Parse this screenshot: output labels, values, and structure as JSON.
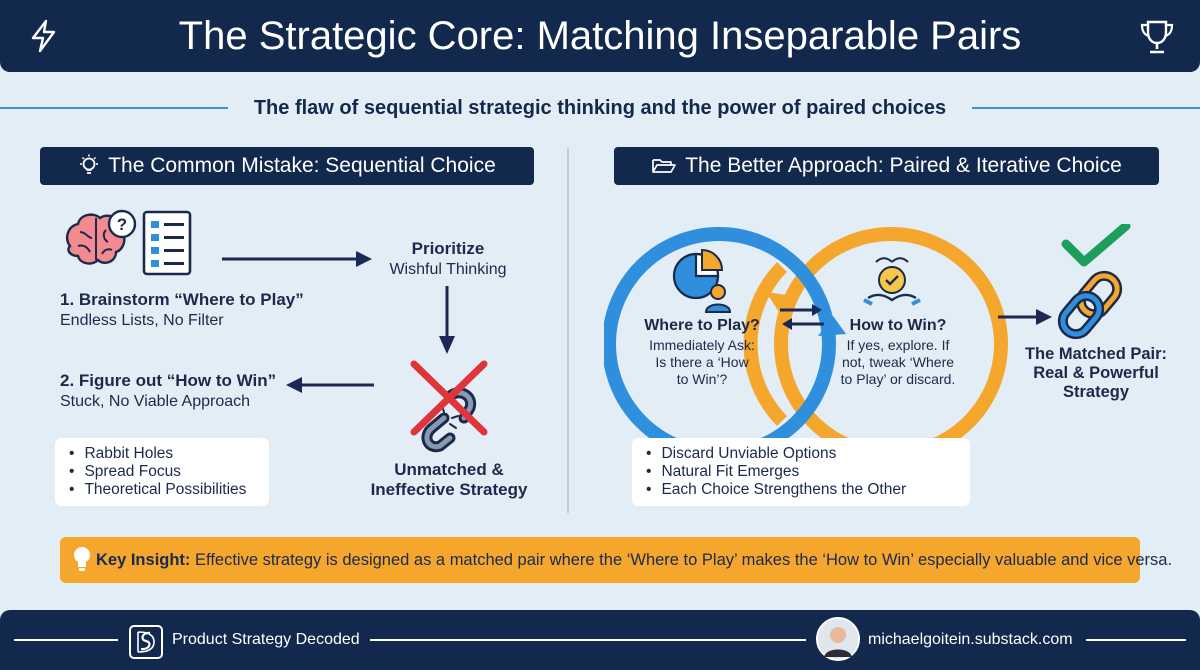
{
  "header": {
    "title": "The Strategic Core: Matching Inseparable Pairs",
    "left_icon": "lightning-icon",
    "right_icon": "trophy-icon"
  },
  "subtitle": "The flaw of sequential strategic thinking and the power of paired choices",
  "left_panel": {
    "title": "The Common Mistake: Sequential Choice",
    "title_icon": "lightbulb-icon",
    "step1": {
      "title": "1. Brainstorm “Where to Play”",
      "desc": "Endless Lists, No Filter"
    },
    "prioritize": {
      "title": "Prioritize",
      "desc": "Wishful Thinking"
    },
    "step2": {
      "title": "2. Figure out “How to Win”",
      "desc": "Stuck, No Viable Approach"
    },
    "bullets": [
      "Rabbit Holes",
      "Spread Focus",
      "Theoretical Possibilities"
    ],
    "unmatched": {
      "line1": "Unmatched &",
      "line2": "Ineffective Strategy"
    }
  },
  "right_panel": {
    "title": "The Better Approach: Paired & Iterative Choice",
    "title_icon": "open-folder-icon",
    "where": {
      "title": "Where to Play?",
      "line1": "Immediately Ask:",
      "line2": "Is there a ‘How",
      "line3": "to Win’?"
    },
    "how": {
      "title": "How to Win?",
      "line1": "If yes, explore. If",
      "line2": "not, tweak ‘Where",
      "line3": "to Play’ or discard."
    },
    "matched": {
      "line1": "The Matched Pair:",
      "line2": "Real & Powerful",
      "line3": "Strategy"
    },
    "bullets": [
      "Discard Unviable Options",
      "Natural Fit Emerges",
      "Each Choice Strengthens the Other"
    ]
  },
  "insight": {
    "label": "Key Insight:",
    "text": " Effective strategy is designed as a matched pair where the ‘Where to Play’ makes the ‘How to Win’ especially valuable and vice versa."
  },
  "footer": {
    "brand": "Product Strategy Decoded",
    "url": "michaelgoitein.substack.com"
  },
  "colors": {
    "navy": "#12284c",
    "background": "#e3edf6",
    "blue": "#2f8fdc",
    "orange": "#f5a62c",
    "red": "#e0333a",
    "green": "#1e9e5c"
  }
}
